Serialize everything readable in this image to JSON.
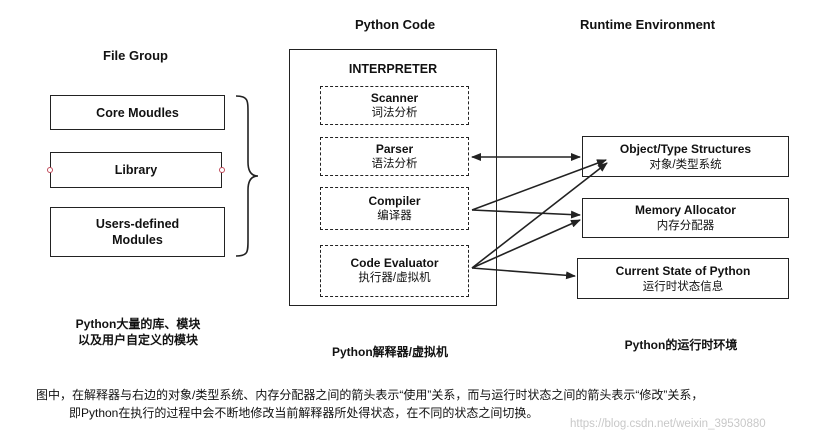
{
  "headings": {
    "file_group": "File Group",
    "python_code": "Python Code",
    "runtime_env": "Runtime Environment"
  },
  "file_group": {
    "core": "Core Moudles",
    "library": "Library",
    "users_line1": "Users-defined",
    "users_line2": "Modules",
    "caption_line1": "Python大量的库、模块",
    "caption_line2": "以及用户自定义的模块"
  },
  "interpreter": {
    "title": "INTERPRETER",
    "scanner": {
      "en": "Scanner",
      "cn": "词法分析"
    },
    "parser": {
      "en": "Parser",
      "cn": "语法分析"
    },
    "compiler": {
      "en": "Compiler",
      "cn": "编译器"
    },
    "evaluator": {
      "en": "Code Evaluator",
      "cn": "执行器/虚拟机"
    },
    "caption": "Python解释器/虚拟机"
  },
  "runtime": {
    "object_types": {
      "en": "Object/Type Structures",
      "cn": "对象/类型系统"
    },
    "memory": {
      "en": "Memory Allocator",
      "cn": "内存分配器"
    },
    "state": {
      "en": "Current State of Python",
      "cn": "运行时状态信息"
    },
    "caption": "Python的运行时环境"
  },
  "note": {
    "line1": "图中，在解释器与右边的对象/类型系统、内存分配器之间的箭头表示“使用”关系，而与运行时状态之间的箭头表示“修改”关系，",
    "line2": "即Python在执行的过程中会不断地修改当前解释器所处得状态，在不同的状态之间切换。"
  },
  "watermark": "https://blog.csdn.net/weixin_39530880"
}
